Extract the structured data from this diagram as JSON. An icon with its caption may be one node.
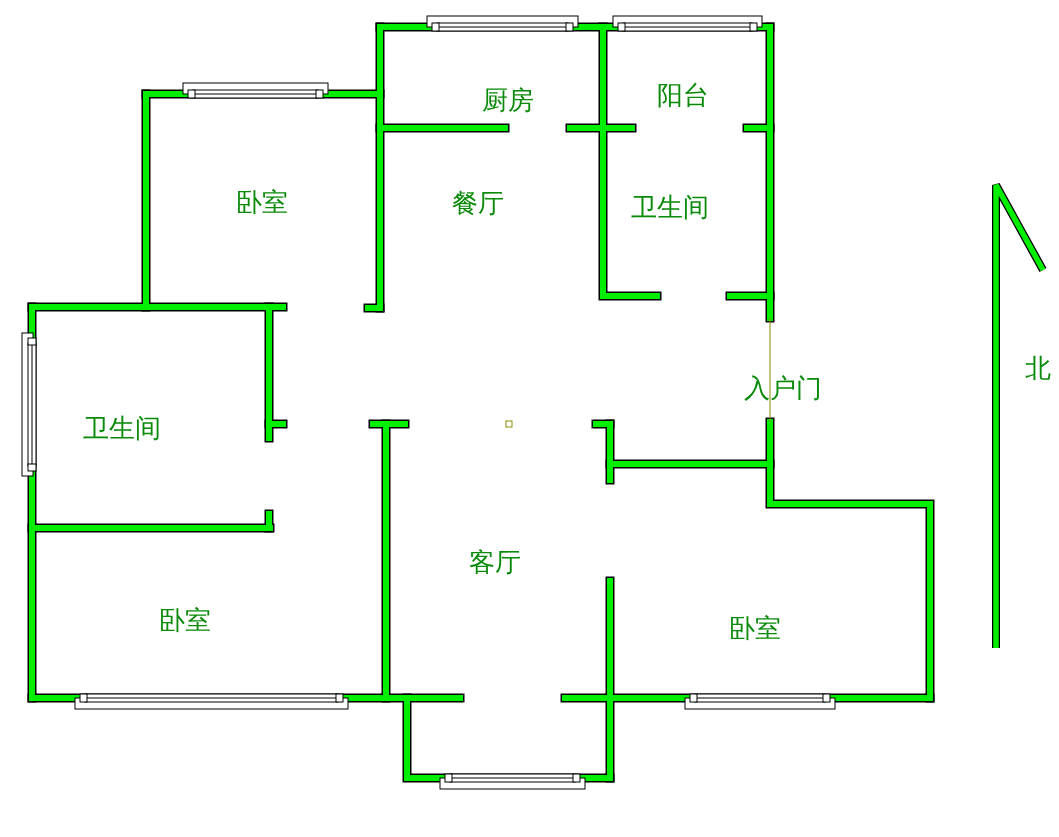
{
  "diagram": {
    "labels": [
      "厨房",
      "阳台",
      "卧室",
      "餐厅",
      "卫生间",
      "北",
      "入户门",
      "卫生间",
      "客厅",
      "卧室",
      "卧室"
    ]
  }
}
